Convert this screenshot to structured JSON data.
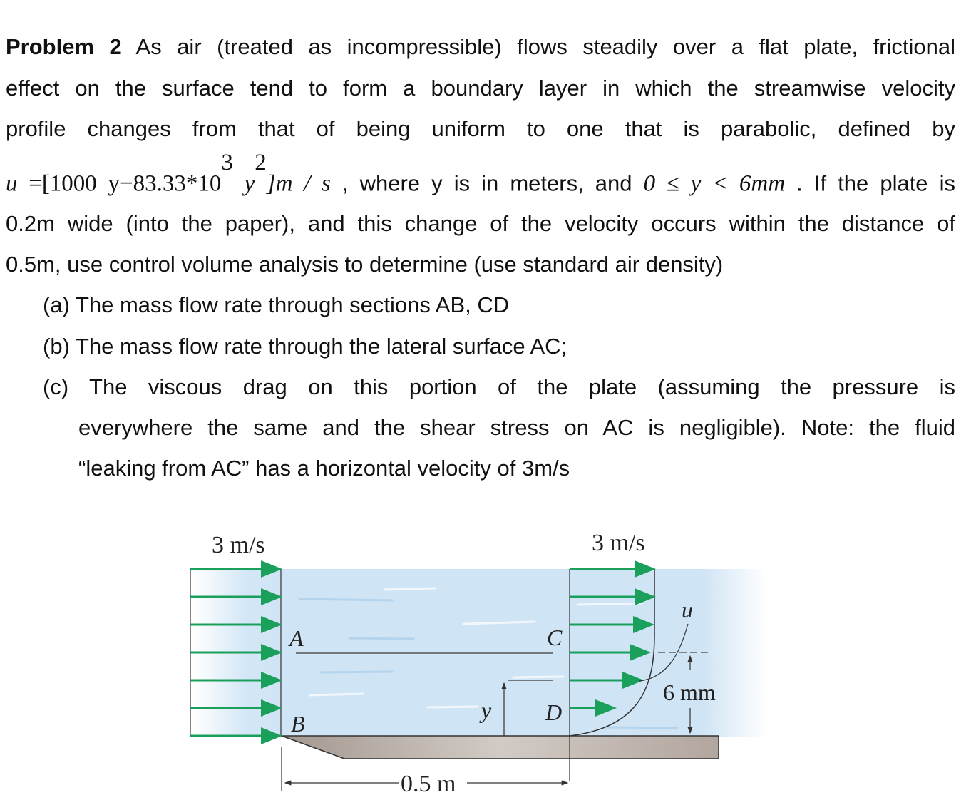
{
  "problem": {
    "label": "Problem 2",
    "lines": [
      " As air (treated as incompressible) flows steadily over a flat plate, frictional",
      "effect on the surface tend to form a boundary layer in which the streamwise velocity",
      "profile changes from that of being uniform to one that is parabolic, defined by"
    ],
    "equation": {
      "lhs": "u",
      "eq": " =[1000 y−83.33*10",
      "exp1": "3",
      "y": " y",
      "exp2": "2",
      "units": "]m / s",
      "text1": " , where y is in meters, and ",
      "range": "0 ≤ y < 6mm",
      "text2": " . If the plate is"
    },
    "lines2": [
      "0.2m wide (into the paper), and this change of the velocity occurs within the distance of",
      "0.5m, use control volume analysis to determine (use standard air density)"
    ],
    "parts": [
      {
        "id": "(a)",
        "text": "The mass flow rate through sections AB, CD"
      },
      {
        "id": "(b)",
        "text": "The mass flow rate through the lateral surface AC;"
      },
      {
        "id": "(c)",
        "text": "The viscous drag on this portion of the plate (assuming the pressure is",
        "cont1": "everywhere the same and the shear stress on AC is negligible). Note: the fluid",
        "cont2": "“leaking from AC” has a horizontal velocity of 3m/s"
      }
    ]
  },
  "figure": {
    "inlet_velocity_label": "3 m/s",
    "outlet_velocity_label": "3 m/s",
    "point_a": "A",
    "point_b": "B",
    "point_c": "C",
    "point_d": "D",
    "y_label": "y",
    "u_label": "u",
    "thickness_label": "6 mm",
    "length_label": "0.5 m",
    "colors": {
      "arrow": "#1aa05a",
      "flow": "#cfe4f5",
      "plate": "#b9aea6",
      "line": "#333333"
    }
  }
}
